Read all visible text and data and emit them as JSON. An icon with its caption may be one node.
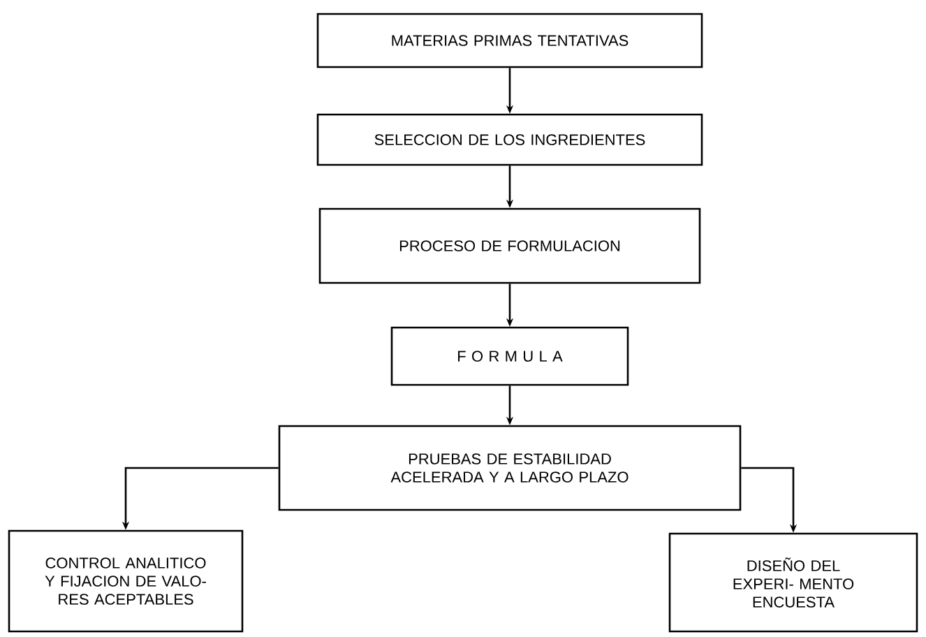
{
  "diagram": {
    "nodes": [
      {
        "text": [
          "MATERIAS PRIMAS TENTATIVAS"
        ]
      },
      {
        "text": [
          "SELECCION DE LOS INGREDIENTES"
        ]
      },
      {
        "text": [
          "PROCESO DE FORMULACION"
        ]
      },
      {
        "text": [
          "F O R M U L A"
        ]
      },
      {
        "text": [
          "PRUEBAS DE ESTABILIDAD ACELERADA Y A LARGO PLAZO"
        ]
      },
      {
        "text": [
          "CONTROL ANALITICO Y FIJACION DE VALO- RES ACEPTABLES"
        ]
      },
      {
        "text": [
          "DISEÑO DEL EXPERI- MENTO",
          "ENCUESTA"
        ]
      }
    ],
    "edges": [
      {
        "from": 0,
        "to": 1,
        "arrow": "to"
      },
      {
        "from": 1,
        "to": 2,
        "arrow": "to"
      },
      {
        "from": 2,
        "to": 3,
        "arrow": "to"
      },
      {
        "from": 3,
        "to": 4,
        "arrow": "to"
      },
      {
        "from": 4,
        "to": 5,
        "arrow": "to"
      },
      {
        "from": 4,
        "to": 6,
        "arrow": "to"
      }
    ]
  }
}
